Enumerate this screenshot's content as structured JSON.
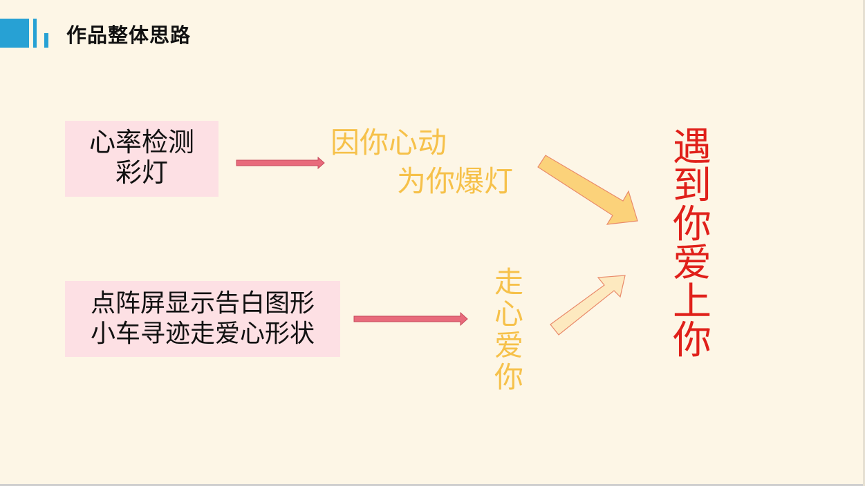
{
  "header": {
    "title": "作品整体思路",
    "accent_color": "#27a1d4"
  },
  "boxes": {
    "heart": {
      "line1": "心率检测",
      "line2": "彩灯"
    },
    "dot_matrix": {
      "line1": "点阵屏显示告白图形",
      "line2": "小车寻迹走爱心形状"
    },
    "box_color": "#fde0e4"
  },
  "phrases": {
    "heart_line1": "因你心动",
    "heart_line2": "为你爆灯",
    "car_vertical": "走心爱你",
    "conclusion_vertical": "遇到你爱上你",
    "yellow_color": "#f6c14a",
    "red_color": "#e0201a"
  },
  "arrows": {
    "connector_color": "#e86a7b",
    "big_arrow_fill": "#fbd27a",
    "light_arrow_fill": "#fde9bf",
    "arrow_stroke": "#e98a6a"
  }
}
